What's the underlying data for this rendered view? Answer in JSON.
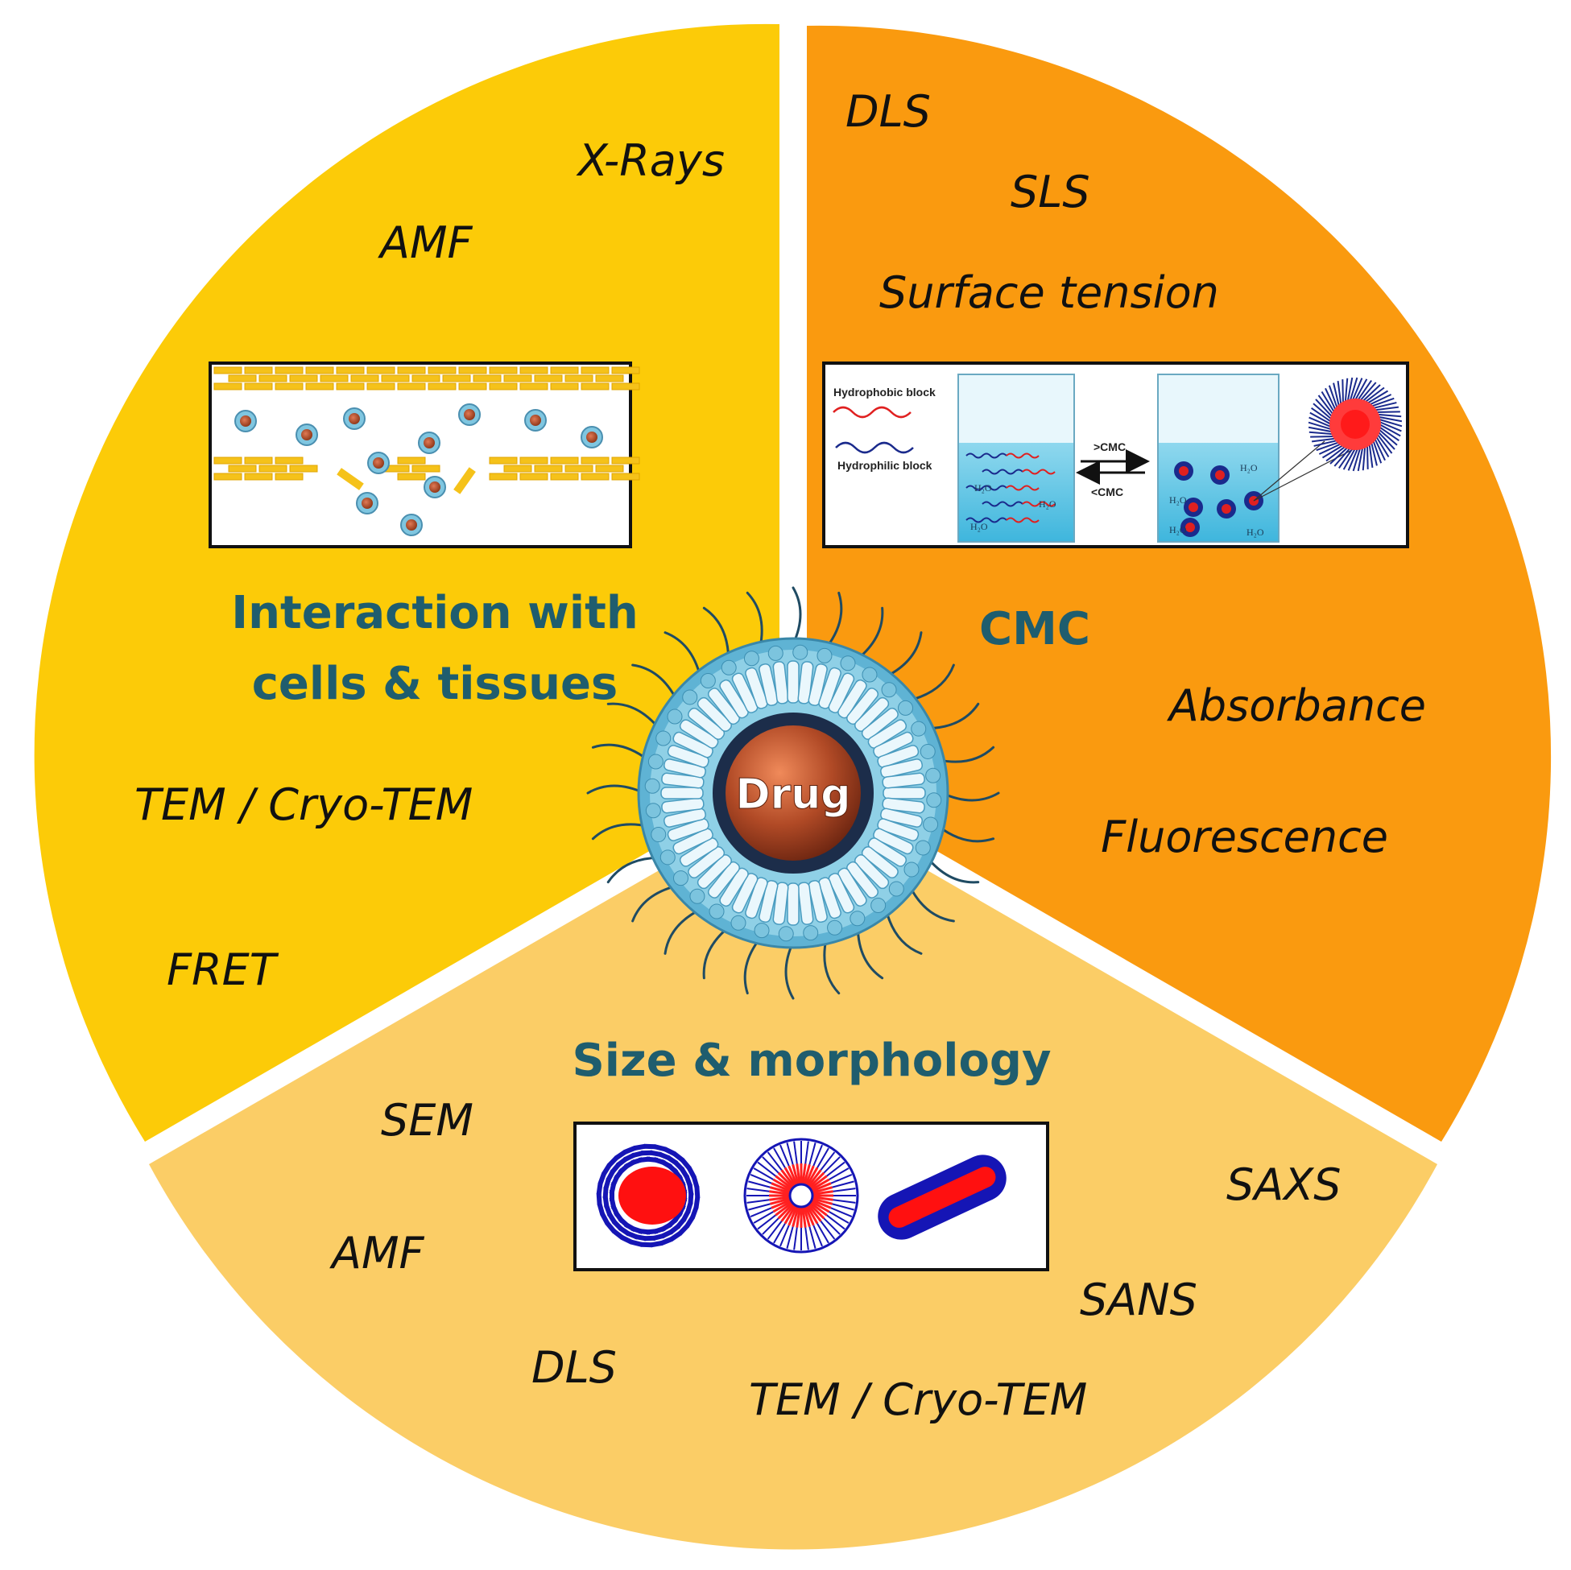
{
  "colors": {
    "top_left_sector": "#fccb08",
    "top_right_sector": "#fa9a0f",
    "bottom_sector": "#fbcd66",
    "heading": "#1f5d6e",
    "micelle_shell": "#5fb3d4",
    "core": "#b14a26"
  },
  "sectors": {
    "cells": {
      "heading_lines": [
        "Interaction with",
        "cells & tissues"
      ],
      "techniques": [
        "X-Rays",
        "AMF",
        "TEM / Cryo-TEM",
        "FRET"
      ],
      "figure_icon": "micelles-crossing-tissue-icon"
    },
    "cmc": {
      "heading": "CMC",
      "techniques": [
        "DLS",
        "SLS",
        "Surface tension",
        "Absorbance",
        "Fluorescence"
      ],
      "figure": {
        "hydrophobic_label": "Hydrophobic block",
        "hydrophilic_label": "Hydrophilic block",
        "forward_label": ">CMC",
        "backward_label": "<CMC",
        "water_label": "H₂O"
      }
    },
    "size": {
      "heading": "Size & morphology",
      "techniques": [
        "SEM",
        "AMF",
        "DLS",
        "TEM / Cryo-TEM",
        "SANS",
        "SAXS"
      ],
      "figure_icon": "micelle-morphologies-icon"
    }
  },
  "center": {
    "label": "Drug"
  }
}
